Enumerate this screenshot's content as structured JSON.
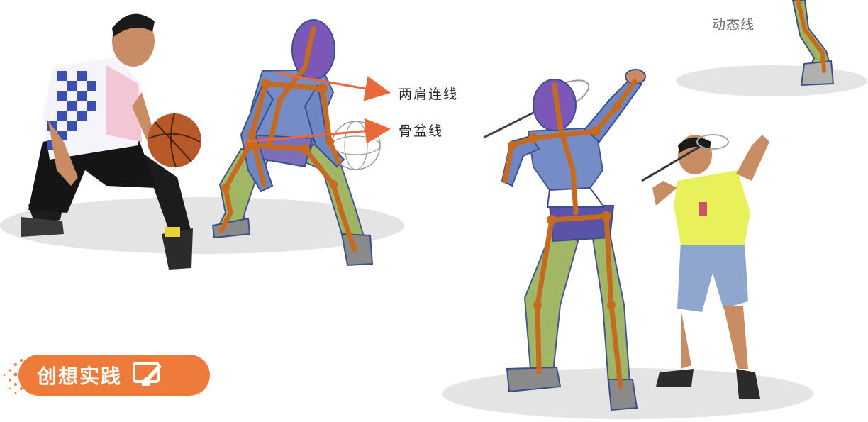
{
  "labels": {
    "shoulder_line": "两肩连线",
    "pelvis_line": "骨盆线",
    "motion_line": "动态线"
  },
  "section_badge": {
    "title": "创想实践",
    "icon": "paint-screen-icon"
  },
  "colors": {
    "accent": "#ef7b3a",
    "arrow": "#e8693a",
    "skeleton": "#c66a1f",
    "head": "#7b58b8",
    "torso": "#6f86c4",
    "legs": "#9bb45e",
    "shadow": "#e4e4e4"
  }
}
